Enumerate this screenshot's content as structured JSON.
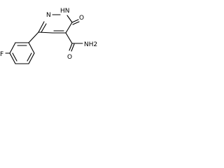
{
  "molecule": {
    "atoms": {
      "fluorine": "F",
      "nitrogen_ring": "N",
      "nh_ring": "HN",
      "oxygen_ring": "O",
      "oxygen_amide": "O",
      "amide_nh2": "NH2"
    }
  },
  "colors": {
    "bond": "#000000",
    "label": "#000000",
    "background": "#ffffff"
  }
}
